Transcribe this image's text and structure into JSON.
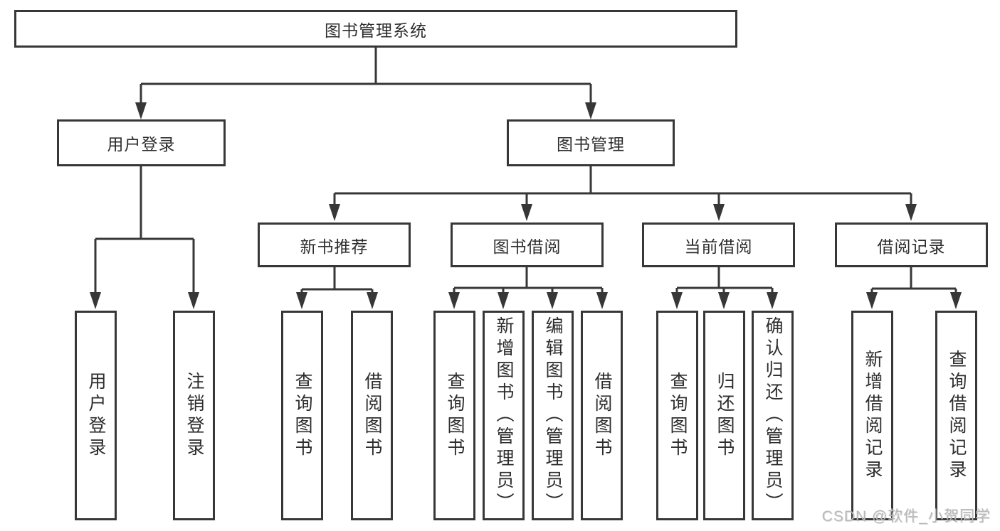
{
  "nodes": {
    "root": {
      "label": "图书管理系统"
    },
    "l1": [
      {
        "label": "用户登录"
      },
      {
        "label": "图书管理"
      }
    ],
    "l2": [
      {
        "label": "新书推荐"
      },
      {
        "label": "图书借阅"
      },
      {
        "label": "当前借阅"
      },
      {
        "label": "借阅记录"
      }
    ],
    "leaves": [
      {
        "label": "用户登录"
      },
      {
        "label": "注销登录"
      },
      {
        "label": "查询图书"
      },
      {
        "label": "借阅图书"
      },
      {
        "label": "查询图书"
      },
      {
        "label": "新增图书（管理员）"
      },
      {
        "label": "编辑图书（管理员）"
      },
      {
        "label": "借阅图书"
      },
      {
        "label": "查询图书"
      },
      {
        "label": "归还图书"
      },
      {
        "label": "确认归还（管理员）"
      },
      {
        "label": "新增借阅记录"
      },
      {
        "label": "查询借阅记录"
      }
    ]
  },
  "watermark": {
    "text": "CSDN @软件_小贺同学"
  },
  "colors": {
    "line": "#373737",
    "text": "#2d2d2d",
    "background": "#ffffff",
    "watermark": "#b9b9b9"
  }
}
